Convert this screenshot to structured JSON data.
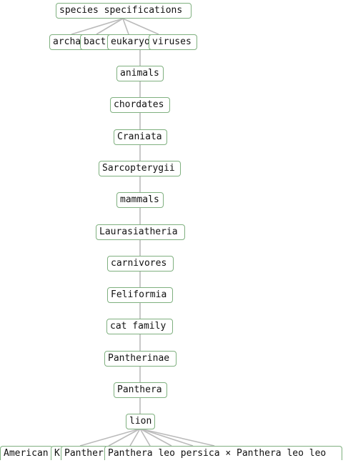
{
  "tree": {
    "root": "species specifications",
    "kingdoms": [
      "archa",
      "bact",
      "eukaryo",
      "viruses"
    ],
    "chain": [
      "animals",
      "chordates",
      "Craniata",
      "Sarcopterygii",
      "mammals",
      "Laurasiatheria",
      "carnivores",
      "Feliformia",
      "cat family",
      "Pantherinae",
      "Panthera",
      "lion"
    ],
    "leaves": [
      "American",
      "K",
      "Panther",
      "Panthera leo persica × Panthera leo leo"
    ]
  },
  "colors": {
    "node_border": "#7fb07f",
    "edge": "#bbbbbb",
    "text": "#111111"
  }
}
